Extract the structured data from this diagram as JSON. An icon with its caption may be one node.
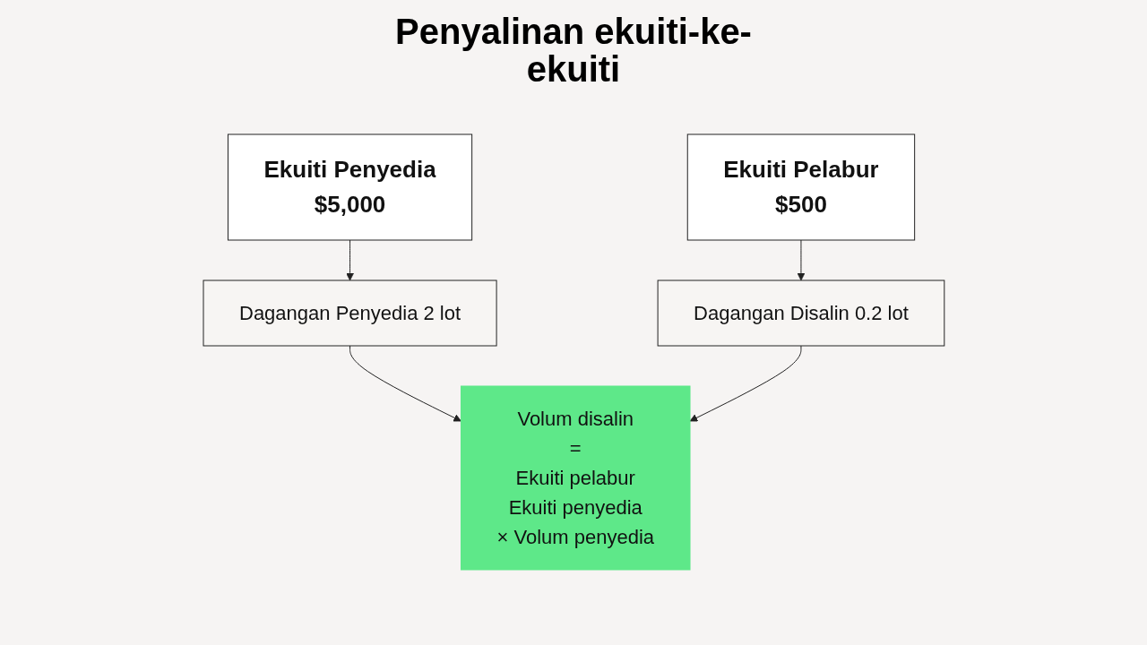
{
  "diagram": {
    "title": "Penyalinan ekuiti-ke-ekuiti",
    "nodes": [
      {
        "text": [
          "Ekuiti Penyedia",
          "$5,000"
        ]
      },
      {
        "text": [
          "Ekuiti Pelabur",
          "$500"
        ]
      },
      {
        "text": [
          "Dagangan Penyedia 2 lot"
        ]
      },
      {
        "text": [
          "Dagangan Disalin 0.2 lot"
        ]
      },
      {
        "text": [
          "Volum disalin",
          "=",
          "Ekuiti pelabur",
          "Ekuiti penyedia",
          "× Volum penyedia"
        ]
      }
    ],
    "edges": [
      {
        "from": 0,
        "to": 2,
        "arrow": "to"
      },
      {
        "from": 1,
        "to": 3,
        "arrow": "to"
      },
      {
        "from": 2,
        "to": 4,
        "arrow": "to"
      },
      {
        "from": 3,
        "to": 4,
        "arrow": "to"
      }
    ]
  }
}
